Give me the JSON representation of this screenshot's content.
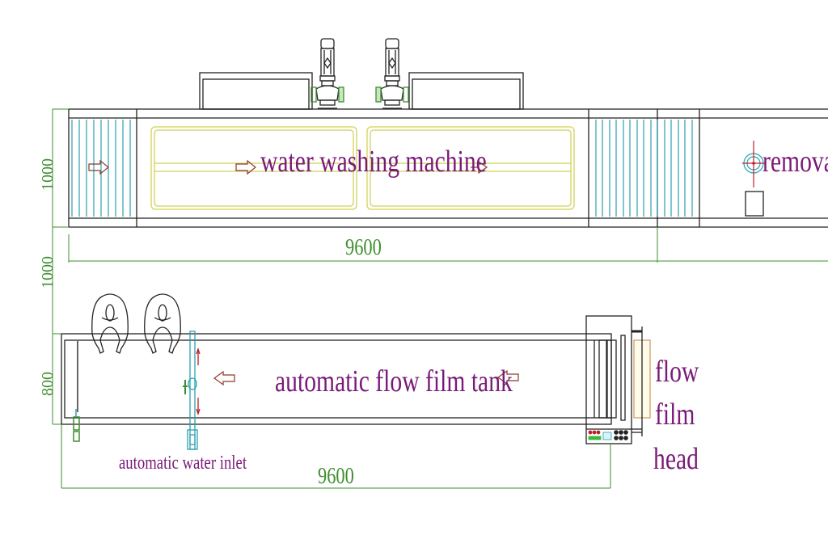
{
  "drawing": {
    "top_view": {
      "main_label": "water washing machine",
      "right_label": "removal",
      "length_dimension": "9600",
      "height_dimension": "1000",
      "gap_dimension": "1000",
      "pump_count": 2
    },
    "bottom_view": {
      "main_label": "automatic flow film tank",
      "inlet_label": "automatic water inlet",
      "head_label_lines": [
        "flow",
        "film",
        "head"
      ],
      "length_dimension": "9600",
      "height_dimension": "800",
      "operator_count": 2
    }
  },
  "colors": {
    "outline": "#222222",
    "label": "#7a1a78",
    "dimension": "#3e8e2e",
    "spray_bars": "#2aa0b0",
    "tank_frame": "#d8d870",
    "arrow": "#8b3a2a",
    "accent_red": "#c0202a"
  }
}
